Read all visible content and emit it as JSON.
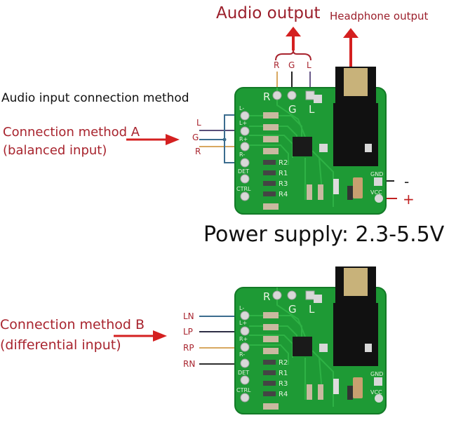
{
  "labels": {
    "audio_output": "Audio output",
    "headphone_output": "Headphone output",
    "audio_input_method": "Audio input connection method",
    "method_a_line1": "Connection method A",
    "method_a_line2": "(balanced input)",
    "method_b_line1": "Connection method B",
    "method_b_line2": "(differential input)",
    "power_supply": "Power supply: 2.3-5.5V"
  },
  "output_pins": [
    "R",
    "G",
    "L"
  ],
  "method_a_pins": [
    "L",
    "G",
    "R"
  ],
  "method_b_pins": [
    "LN",
    "LP",
    "RP",
    "RN"
  ],
  "power_pins": {
    "gnd": "GND",
    "vcc": "VCC",
    "minus": "-",
    "plus": "+"
  },
  "board_silkscreen": {
    "left_pins": [
      "L-",
      "L+",
      "R+",
      "R-",
      "DET",
      "CTRL"
    ],
    "resistors": [
      "R2",
      "R1",
      "R3",
      "R4"
    ],
    "top_pins": [
      "R",
      "G",
      "L"
    ]
  },
  "colors": {
    "pcb_green": "#1e9a35",
    "annotation_red": "#d42020",
    "text_red": "#a8242e",
    "wire_blue": "#3b6c8e",
    "wire_orange": "#d8a860",
    "wire_purple": "#6a5a8a",
    "wire_black": "#222222"
  }
}
